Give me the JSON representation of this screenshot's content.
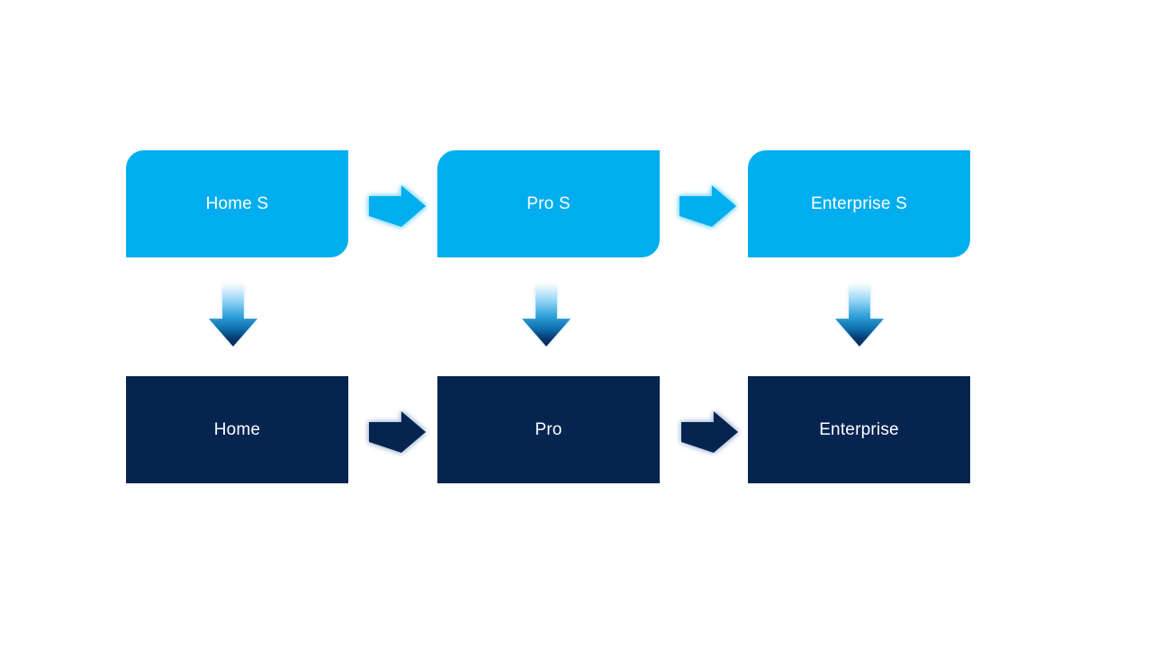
{
  "diagram": {
    "top_row": {
      "items": [
        {
          "label": "Home S"
        },
        {
          "label": "Pro S"
        },
        {
          "label": "Enterprise S"
        }
      ]
    },
    "bottom_row": {
      "items": [
        {
          "label": "Home"
        },
        {
          "label": "Pro"
        },
        {
          "label": "Enterprise"
        }
      ]
    },
    "colors": {
      "canvas_bg": "#FFFFFF",
      "box_top_fill": "#00AEEF",
      "box_bottom_fill": "#062450",
      "label_color": "#FFFFFF",
      "arrow_top_fill": "#00AEEF",
      "arrow_bottom_fill": "#062450",
      "glow_top": "#8ADAF8",
      "glow_bottom": "#AFC2DC",
      "glow_down": "#C9E4F5"
    },
    "down_arrow_gradient": [
      "#ECF8FE",
      "#8FD3F3",
      "#2DA0DA",
      "#0F6BAB",
      "#0A3A72",
      "#062450"
    ]
  }
}
